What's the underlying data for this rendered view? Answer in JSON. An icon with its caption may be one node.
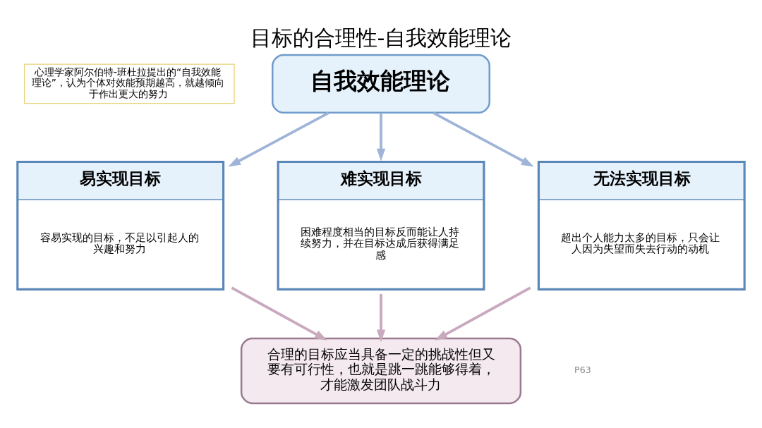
{
  "diagram": {
    "title": "目标的合理性-自我效能理论",
    "nodes": [
      {
        "text": [
          "自我效能理论"
        ]
      },
      {
        "text": [
          "易实现目标",
          "容易实现的目标，不足以引起人的兴趣和努力"
        ]
      },
      {
        "text": [
          "难实现目标",
          "困难程度相当的目标反而能让人持续努力，并在目标达成后获得满足感"
        ]
      },
      {
        "text": [
          "无法实现目标",
          "超出个人能力太多的目标，只会让人因为失望而失去行动的动机"
        ]
      },
      {
        "text": [
          "合理的目标应当具备一定的挑战性但又要有可行性，也就是跳一跳能够得着，才能激发团队战斗力"
        ]
      }
    ],
    "edges": [
      {
        "from": 0,
        "to": 1,
        "arrow": "to",
        "color": "#9fb4d8"
      },
      {
        "from": 0,
        "to": 2,
        "arrow": "to",
        "color": "#9fb4d8"
      },
      {
        "from": 0,
        "to": 3,
        "arrow": "to",
        "color": "#9fb4d8"
      },
      {
        "from": 1,
        "to": 4,
        "arrow": "to",
        "color": "#c9a9bd"
      },
      {
        "from": 2,
        "to": 4,
        "arrow": "to",
        "color": "#c9a9bd"
      },
      {
        "from": 3,
        "to": 4,
        "arrow": "to",
        "color": "#c9a9bd"
      }
    ],
    "labels": [
      "心理学家阿尔伯特-班杜拉提出的“自我效能理论”，认为个体对效能预期越高，就越倾向于作出更大的努力",
      "P63"
    ]
  }
}
